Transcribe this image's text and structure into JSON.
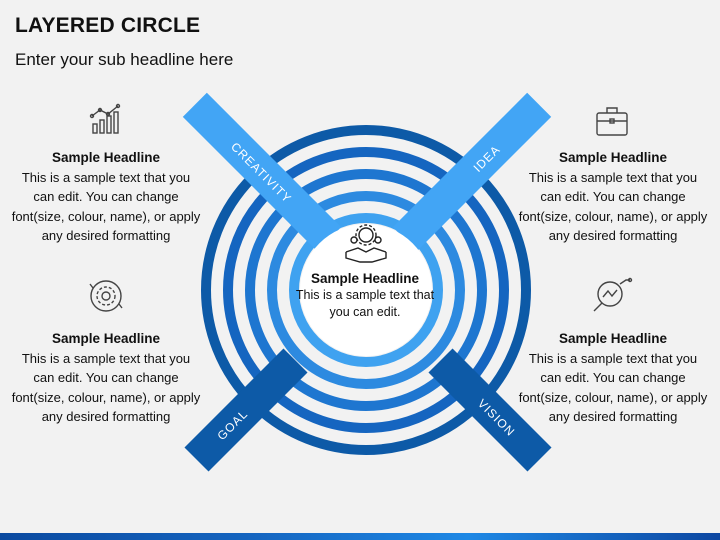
{
  "title": "LAYERED CIRCLE",
  "subtitle": "Enter your sub headline here",
  "bars": {
    "creativity": "CREATIVITY",
    "idea": "IDEA",
    "goal": "GOAL",
    "vision": "VISION"
  },
  "center": {
    "headline": "Sample Headline",
    "body": "This is a sample text that you can edit."
  },
  "blocks": [
    {
      "headline": "Sample Headline",
      "body": "This is a sample text that you can edit. You can change font(size, colour, name), or apply any desired formatting",
      "icon": "growth-chart-icon"
    },
    {
      "headline": "Sample Headline",
      "body": "This is a sample text that you can edit. You can change font(size, colour, name), or apply any desired formatting",
      "icon": "briefcase-icon"
    },
    {
      "headline": "Sample Headline",
      "body": "This is a sample text that you can edit. You can change font(size, colour, name), or apply any desired formatting",
      "icon": "gear-cycle-icon"
    },
    {
      "headline": "Sample Headline",
      "body": "This is a sample text that you can edit. You can change font(size, colour, name), or apply any desired formatting",
      "icon": "analytics-magnifier-icon"
    }
  ],
  "colors": {
    "ring_dark": "#0d5aa7",
    "ring_mid": "#1a6fc4",
    "ring_light": "#2d8ae0",
    "ring_lightest": "#3fa2f0",
    "bar_light": "#42a5f5",
    "bar_dark": "#0d5aa7"
  }
}
